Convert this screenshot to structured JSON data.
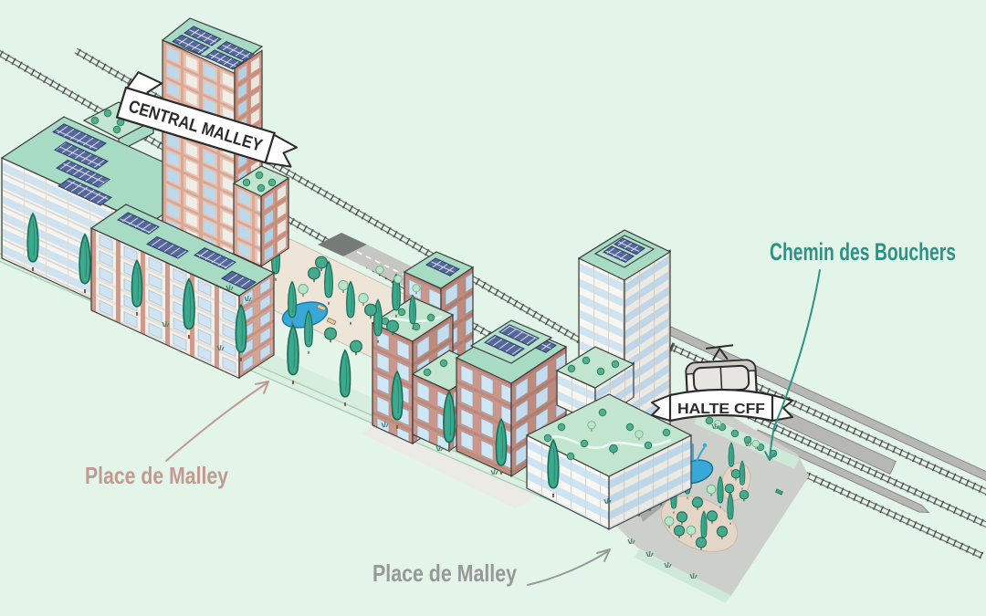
{
  "illustration": {
    "title_banner": "CENTRAL MALLEY",
    "station_banner": "HALTE CFF",
    "street_label": {
      "text": "Chemin des Bouchers",
      "color": "#2f9184"
    },
    "square_label_west": {
      "text": "Place de Malley",
      "color": "#c19a92"
    },
    "square_label_south": {
      "text": "Place de Malley",
      "color": "#97989a"
    },
    "palette": {
      "background": "#e3f4e9",
      "roof_mint": "#a7dbc4",
      "solar_panel_blue": "#55679b",
      "facade_salmon": "#e0b2a4",
      "facade_terracotta": "#c69082",
      "window_blue": "#cfe4f2",
      "green_roof": "#c2e5cf",
      "tree_teal": "#3aa98e",
      "pond_blue": "#38a8d8",
      "plaza_grey": "#cdcfcb",
      "road_grey": "#b7b8b4",
      "rail_dark": "#4c4c4c",
      "train_red_stripe": "#f2837b",
      "banner_white": "#ffffff",
      "outline_ink": "#3a3a3a"
    }
  }
}
